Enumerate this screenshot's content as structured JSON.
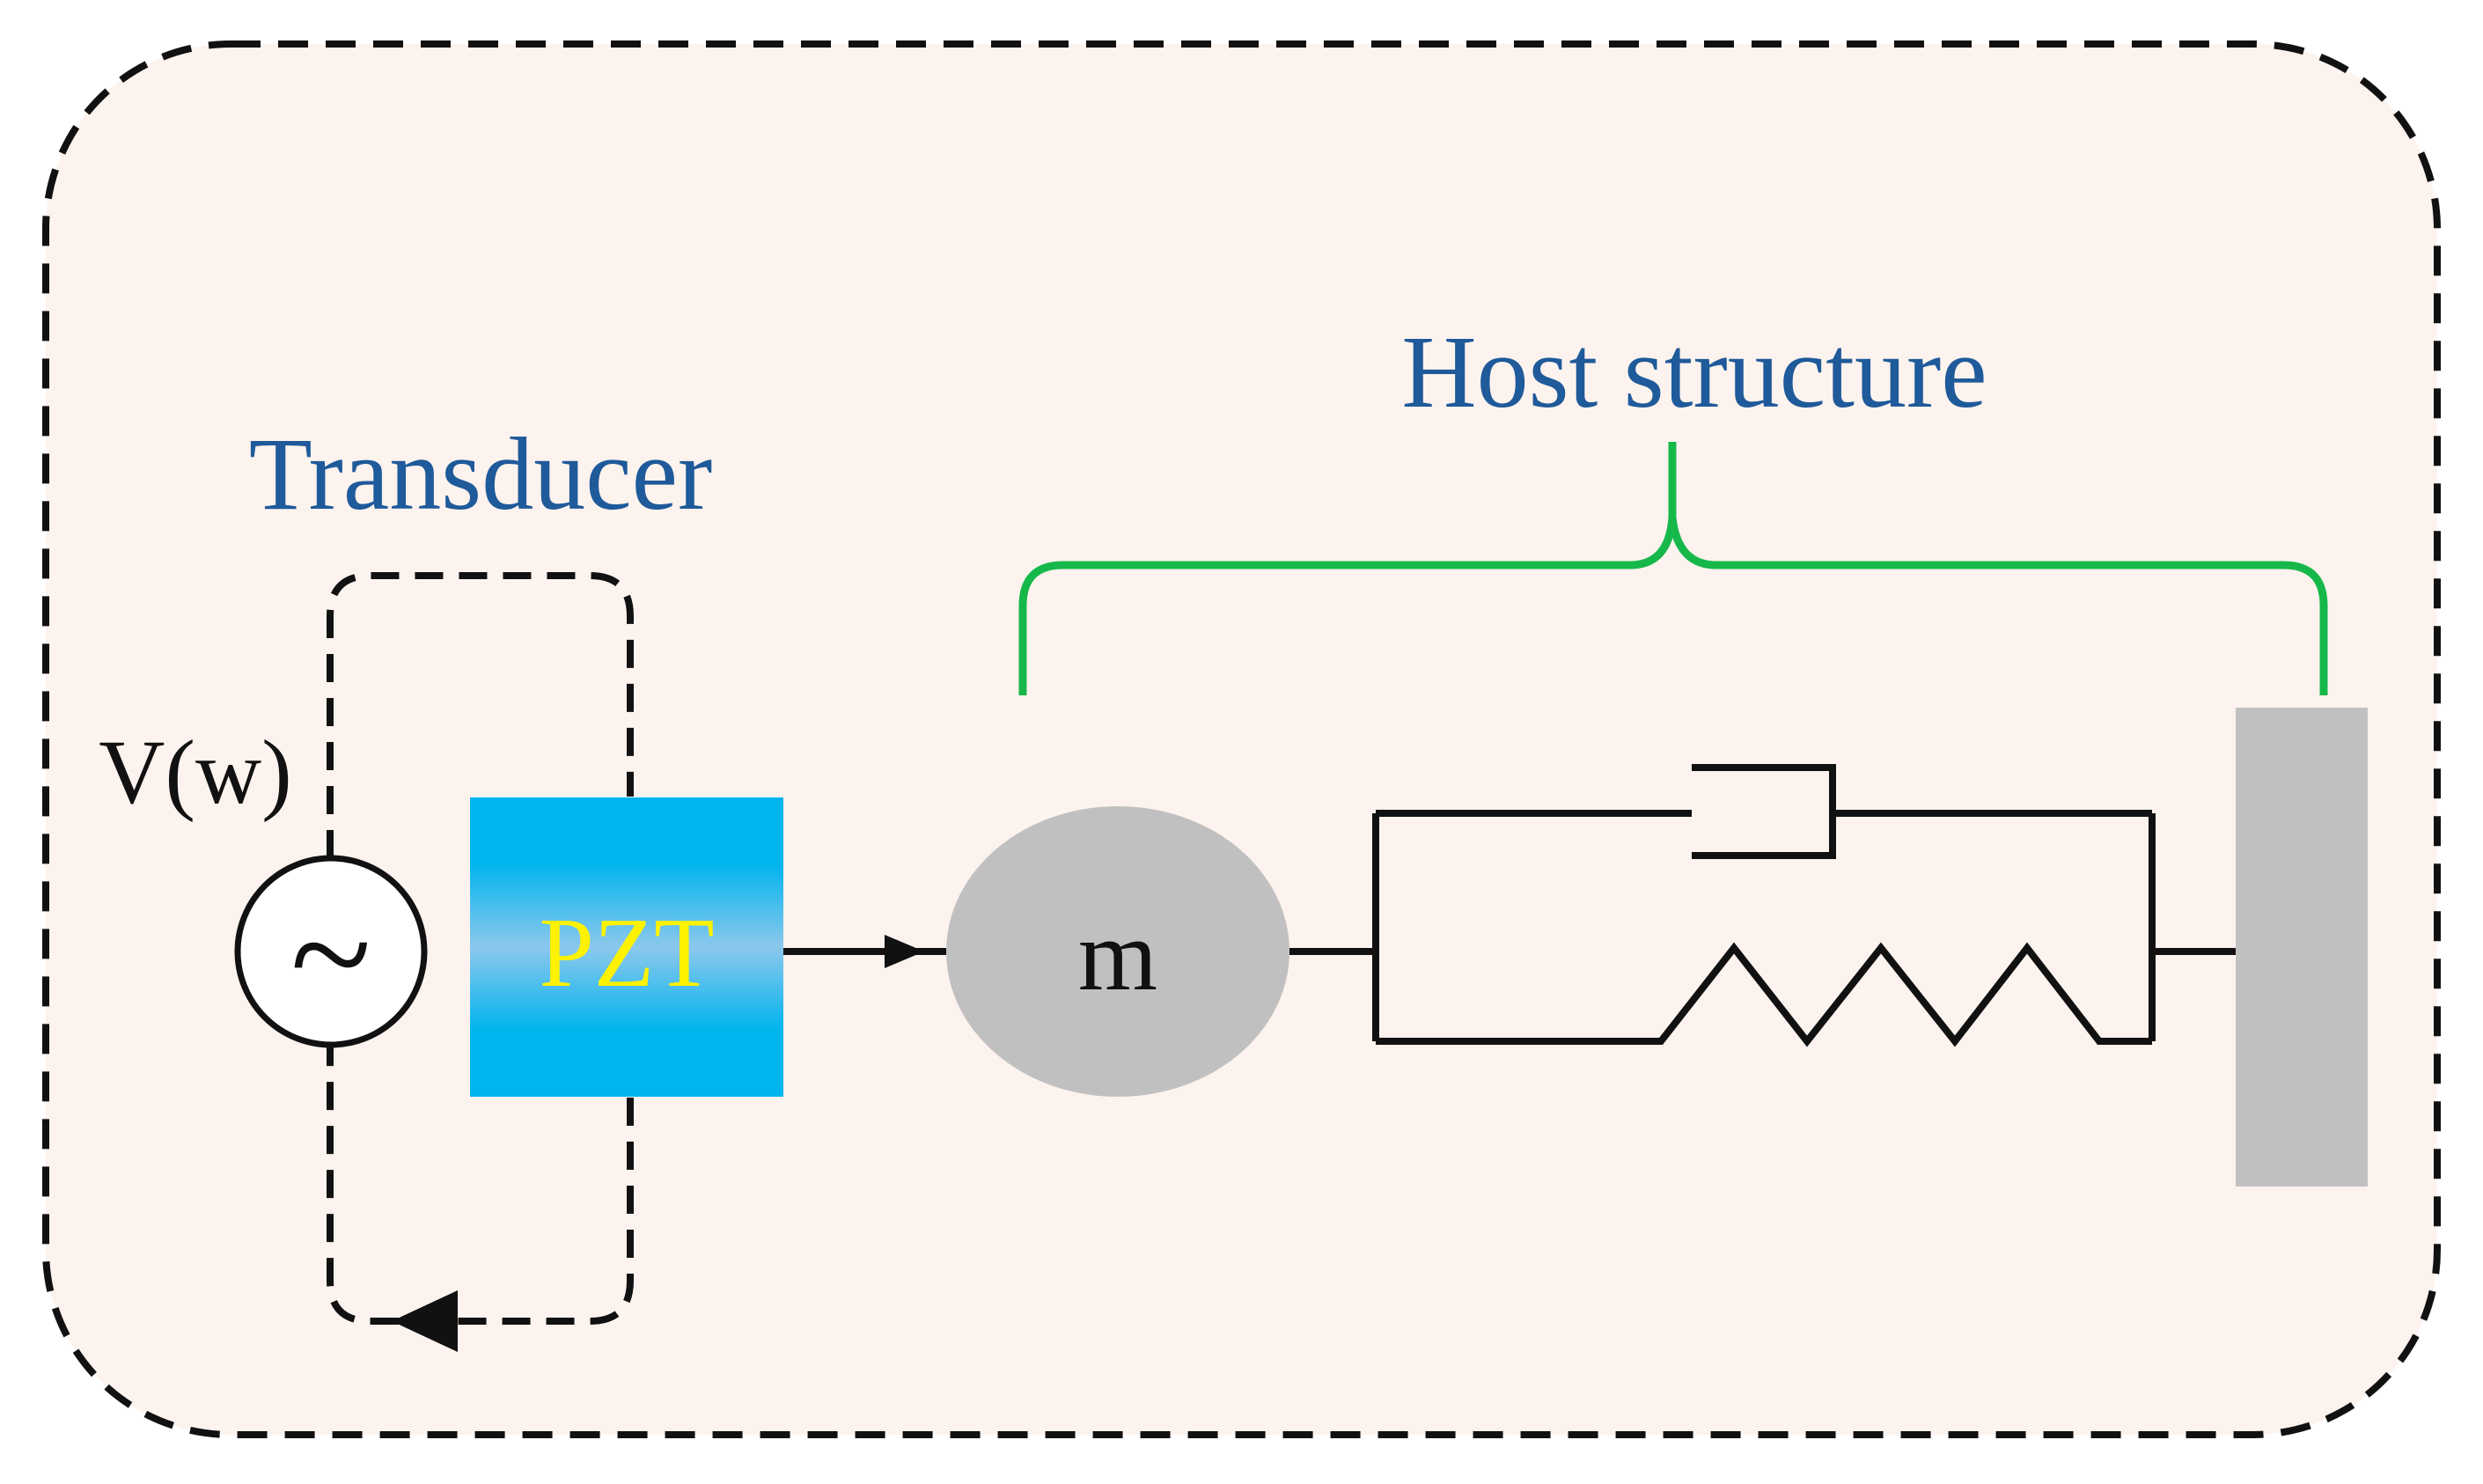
{
  "labels": {
    "transducer": "Transducer",
    "host_structure": "Host structure",
    "voltage_source": "V(w)",
    "source_symbol": "~",
    "pzt": "PZT",
    "mass": "m"
  },
  "colors": {
    "background_panel": "#FDF3EE",
    "outline": "#111111",
    "heading_text": "#1F5A9A",
    "pzt_text": "#FFF200",
    "pzt_edge": "#00B4EE",
    "pzt_center": "#8CC8EC",
    "bracket": "#16B84A",
    "mass_fill": "#C0C0C0",
    "wall_fill": "#C0C0C0"
  },
  "icons": {
    "source": "ac-voltage-source-icon",
    "damper": "damper-icon",
    "spring": "spring-icon",
    "wall": "fixed-support-icon"
  }
}
